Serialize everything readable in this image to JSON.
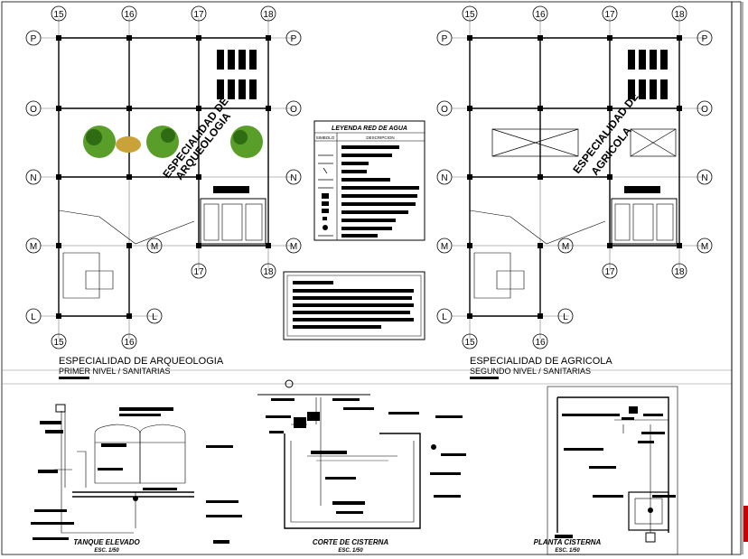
{
  "plans": [
    {
      "title": "ESPECIALIDAD DE ARQUEOLOGIA",
      "subtitle": "PRIMER NIVEL / SANITARIAS",
      "rotated_label": [
        "ESPECIALIDAD DE",
        "ARQUEOLOGIA"
      ]
    },
    {
      "title": "ESPECIALIDAD DE AGRICOLA",
      "subtitle": "SEGUNDO NIVEL / SANITARIAS",
      "rotated_label": [
        "ESPECIALIDAD DE",
        "AGRICOLA"
      ]
    }
  ],
  "grid_labels": {
    "columns_top": [
      "15",
      "16",
      "17",
      "18"
    ],
    "columns_bottom": [
      "15",
      "16"
    ],
    "columns_mid": [
      "17",
      "18"
    ],
    "rows": [
      "P",
      "O",
      "N",
      "M",
      "L"
    ]
  },
  "legend": {
    "title": "LEYENDA RED DE AGUA",
    "col_symbol": "SIMBOLO",
    "col_desc": "DESCRIPCION"
  },
  "details": [
    {
      "title": "TANQUE ELEVADO",
      "scale": "ESC. 1/50"
    },
    {
      "title": "CORTE DE CISTERNA",
      "scale": "ESC. 1/50"
    },
    {
      "title": "PLANTA CISTERNA",
      "scale": "ESC. 1/50"
    }
  ],
  "colors": {
    "line": "#000000",
    "axis": "#777777",
    "tree": "#5a9e2a",
    "tree_dark": "#2e6b12",
    "accent": "#c9a23a"
  }
}
